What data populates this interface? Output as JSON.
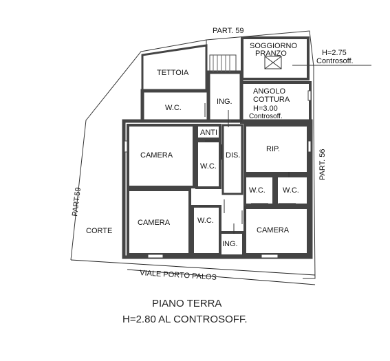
{
  "labels": {
    "part59_top": "PART. 59",
    "part59_left": "PART.59",
    "part56": "PART. 56",
    "soggiorno": "SOGGIORNO",
    "pranzo": "PRANZO",
    "h275": "H=2.75",
    "controsoff_right": "Controsoff.",
    "tettoia": "TETTOIA",
    "wc_top": "W.C.",
    "ing_top": "ING.",
    "angolo": "ANGOLO",
    "cottura": "COTTURA",
    "h300": "H=3.00",
    "controsoff_cottura": "Controsoff.",
    "anti": "ANTI",
    "camera_1": "CAMERA",
    "wc_mid": "W.C.",
    "dis": "DIS.",
    "rip": "RIP.",
    "wc_r1": "W.C.",
    "wc_r2": "W.C.",
    "camera_2": "CAMERA",
    "wc_low": "W.C.",
    "ing_low": "ING.",
    "camera_3": "CAMERA",
    "corte": "CORTE",
    "street": "VIALE PORTO PALOS",
    "floor_title": "PIANO TERRA",
    "floor_height": "H=2.80 AL CONTROSOFF."
  }
}
